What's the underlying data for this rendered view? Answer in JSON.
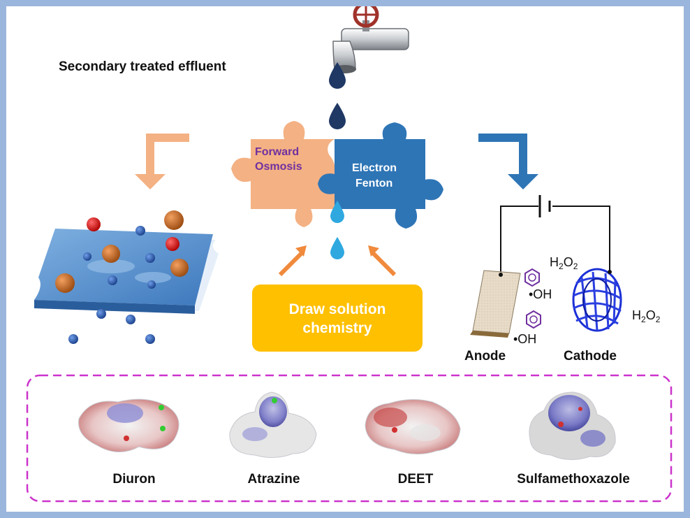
{
  "source_label": "Secondary treated effluent",
  "puzzle": {
    "left_line1": "Forward",
    "left_line2": "Osmosis",
    "right_line1": "Electron",
    "right_line2": "Fenton"
  },
  "draw_solution": {
    "line1": "Draw solution",
    "line2": "chemistry"
  },
  "electro": {
    "anode_label": "Anode",
    "cathode_label": "Cathode",
    "h2o2_top": "H2O2",
    "h2o2_right": "H2O2",
    "oh_upper": "•OH",
    "oh_lower": "•OH"
  },
  "molecules": [
    {
      "name": "Diuron"
    },
    {
      "name": "Atrazine"
    },
    {
      "name": "DEET"
    },
    {
      "name": "Sulfamethoxazole"
    }
  ],
  "colors": {
    "frame": "#9bb6dd",
    "fo_piece": "#f4b183",
    "ef_piece": "#2e75b6",
    "draw_box": "#ffc000",
    "fo_text": "#7030a0",
    "arrow_orange": "#f4b183",
    "arrow_blue": "#2e75b6",
    "dash_border": "#cc33cc",
    "dark_drop": "#1f3864",
    "light_drop": "#2fa8e0"
  }
}
